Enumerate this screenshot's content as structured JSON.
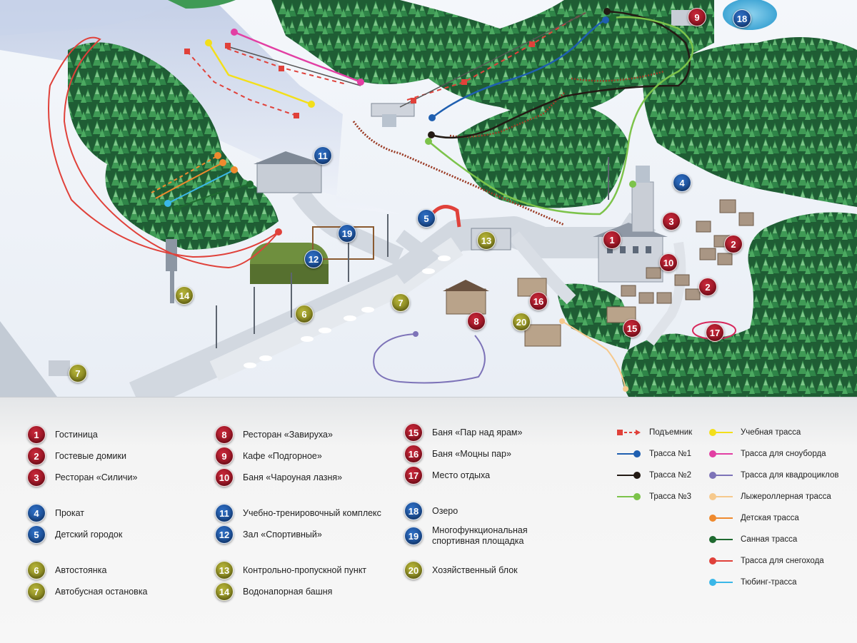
{
  "map": {
    "markers": [
      {
        "num": "1",
        "tone": "red"
      },
      {
        "num": "2",
        "tone": "red"
      },
      {
        "num": "2",
        "tone": "red"
      },
      {
        "num": "3",
        "tone": "red"
      },
      {
        "num": "4",
        "tone": "blue"
      },
      {
        "num": "5",
        "tone": "blue"
      },
      {
        "num": "6",
        "tone": "olive"
      },
      {
        "num": "7",
        "tone": "olive"
      },
      {
        "num": "7",
        "tone": "olive"
      },
      {
        "num": "8",
        "tone": "red"
      },
      {
        "num": "9",
        "tone": "red"
      },
      {
        "num": "10",
        "tone": "red"
      },
      {
        "num": "11",
        "tone": "blue"
      },
      {
        "num": "12",
        "tone": "blue"
      },
      {
        "num": "13",
        "tone": "olive"
      },
      {
        "num": "14",
        "tone": "olive"
      },
      {
        "num": "15",
        "tone": "red"
      },
      {
        "num": "16",
        "tone": "red"
      },
      {
        "num": "17",
        "tone": "red"
      },
      {
        "num": "18",
        "tone": "blue"
      },
      {
        "num": "19",
        "tone": "blue"
      },
      {
        "num": "20",
        "tone": "olive"
      }
    ]
  },
  "legend": {
    "places": [
      {
        "num": "1",
        "tone": "red",
        "label": "Гостиница"
      },
      {
        "num": "2",
        "tone": "red",
        "label": "Гостевые домики"
      },
      {
        "num": "3",
        "tone": "red",
        "label": "Ресторан «Силичи»"
      },
      {
        "num": "4",
        "tone": "blue",
        "label": "Прокат"
      },
      {
        "num": "5",
        "tone": "blue",
        "label": "Детский городок"
      },
      {
        "num": "6",
        "tone": "olive",
        "label": "Автостоянка"
      },
      {
        "num": "7",
        "tone": "olive",
        "label": "Автобусная остановка"
      },
      {
        "num": "8",
        "tone": "red",
        "label": "Ресторан «Завируха»"
      },
      {
        "num": "9",
        "tone": "red",
        "label": "Кафе «Подгорное»"
      },
      {
        "num": "10",
        "tone": "red",
        "label": "Баня «Чароуная лазня»"
      },
      {
        "num": "11",
        "tone": "blue",
        "label": "Учебно-тренировочный комплекс"
      },
      {
        "num": "12",
        "tone": "blue",
        "label": "Зал «Спортивный»"
      },
      {
        "num": "13",
        "tone": "olive",
        "label": "Контрольно-пропускной пункт"
      },
      {
        "num": "14",
        "tone": "olive",
        "label": "Водонапорная башня"
      },
      {
        "num": "15",
        "tone": "red",
        "label": "Баня «Пар над ярам»"
      },
      {
        "num": "16",
        "tone": "red",
        "label": "Баня «Моцны пар»"
      },
      {
        "num": "17",
        "tone": "red",
        "label": "Место отдыха"
      },
      {
        "num": "18",
        "tone": "blue",
        "label": "Озеро"
      },
      {
        "num": "19",
        "tone": "blue",
        "label": "Многофункциональная спортивная площадка"
      },
      {
        "num": "20",
        "tone": "olive",
        "label": "Хозяйственный блок"
      }
    ],
    "lines": [
      {
        "label": "Подъемник",
        "color": "#e0413a",
        "style": "lift"
      },
      {
        "label": "Трасса №1",
        "color": "#1f5fb0",
        "style": "solid"
      },
      {
        "label": "Трасса №2",
        "color": "#231a14",
        "style": "solid"
      },
      {
        "label": "Трасса №3",
        "color": "#7cc34a",
        "style": "solid"
      },
      {
        "label": "Учебная трасса",
        "color": "#f3df1a",
        "style": "solid"
      },
      {
        "label": "Трасса для сноуборда",
        "color": "#e23fa3",
        "style": "solid"
      },
      {
        "label": "Трасса для квадроциклов",
        "color": "#7d73b8",
        "style": "solid"
      },
      {
        "label": "Лыжероллерная трасса",
        "color": "#f6c98d",
        "style": "solid"
      },
      {
        "label": "Детская трасса",
        "color": "#ef8a2e",
        "style": "solid"
      },
      {
        "label": "Санная трасса",
        "color": "#1f6a30",
        "style": "solid"
      },
      {
        "label": "Трасса для снегохода",
        "color": "#e0413a",
        "style": "solid"
      },
      {
        "label": "Тюбинг-трасса",
        "color": "#3ab7e8",
        "style": "solid"
      }
    ]
  }
}
